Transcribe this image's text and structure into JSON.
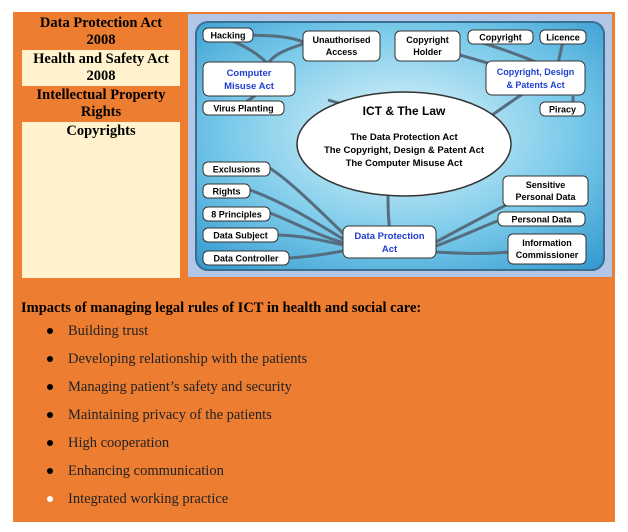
{
  "topics": [
    "Data Protection Act 2008",
    "Health and Safety Act 2008",
    "Intellectual Property Rights",
    "Copyrights"
  ],
  "mind_map": {
    "center_title": "ICT & The Law",
    "center_lines": [
      "The Data Protection Act",
      "The Copyright, Design & Patent Act",
      "The Computer Misuse Act"
    ],
    "computer_misuse": {
      "hub": "Computer Misuse Act",
      "hacking": "Hacking",
      "unauthorised": "Unauthorised Access",
      "virus": "Virus Planting"
    },
    "copyright": {
      "hub": "Copyright, Design & Patents Act",
      "holder": "Copyright Holder",
      "copyright": "Copyright",
      "licence": "Licence",
      "piracy": "Piracy"
    },
    "data_protection": {
      "hub": "Data Protection Act",
      "exclusions": "Exclusions",
      "rights": "Rights",
      "principles": "8 Principles",
      "subject": "Data Subject",
      "controller": "Data Controller",
      "sensitive": "Sensitive Personal Data",
      "personal": "Personal Data",
      "commissioner": "Information Commissioner"
    }
  },
  "impacts": {
    "title": "Impacts of managing legal rules of ICT in health and social care:",
    "items": [
      "Building trust",
      "Developing relationship with the patients",
      "Managing patient’s safety and security",
      "Maintaining privacy of the patients",
      "High cooperation",
      "Enhancing communication",
      "Integrated working practice"
    ]
  },
  "colors": {
    "frame": "#ED7D31",
    "cream": "#FFF2CC",
    "map_background": "#4FA9D8",
    "hub_text": "#1F3FD0"
  }
}
